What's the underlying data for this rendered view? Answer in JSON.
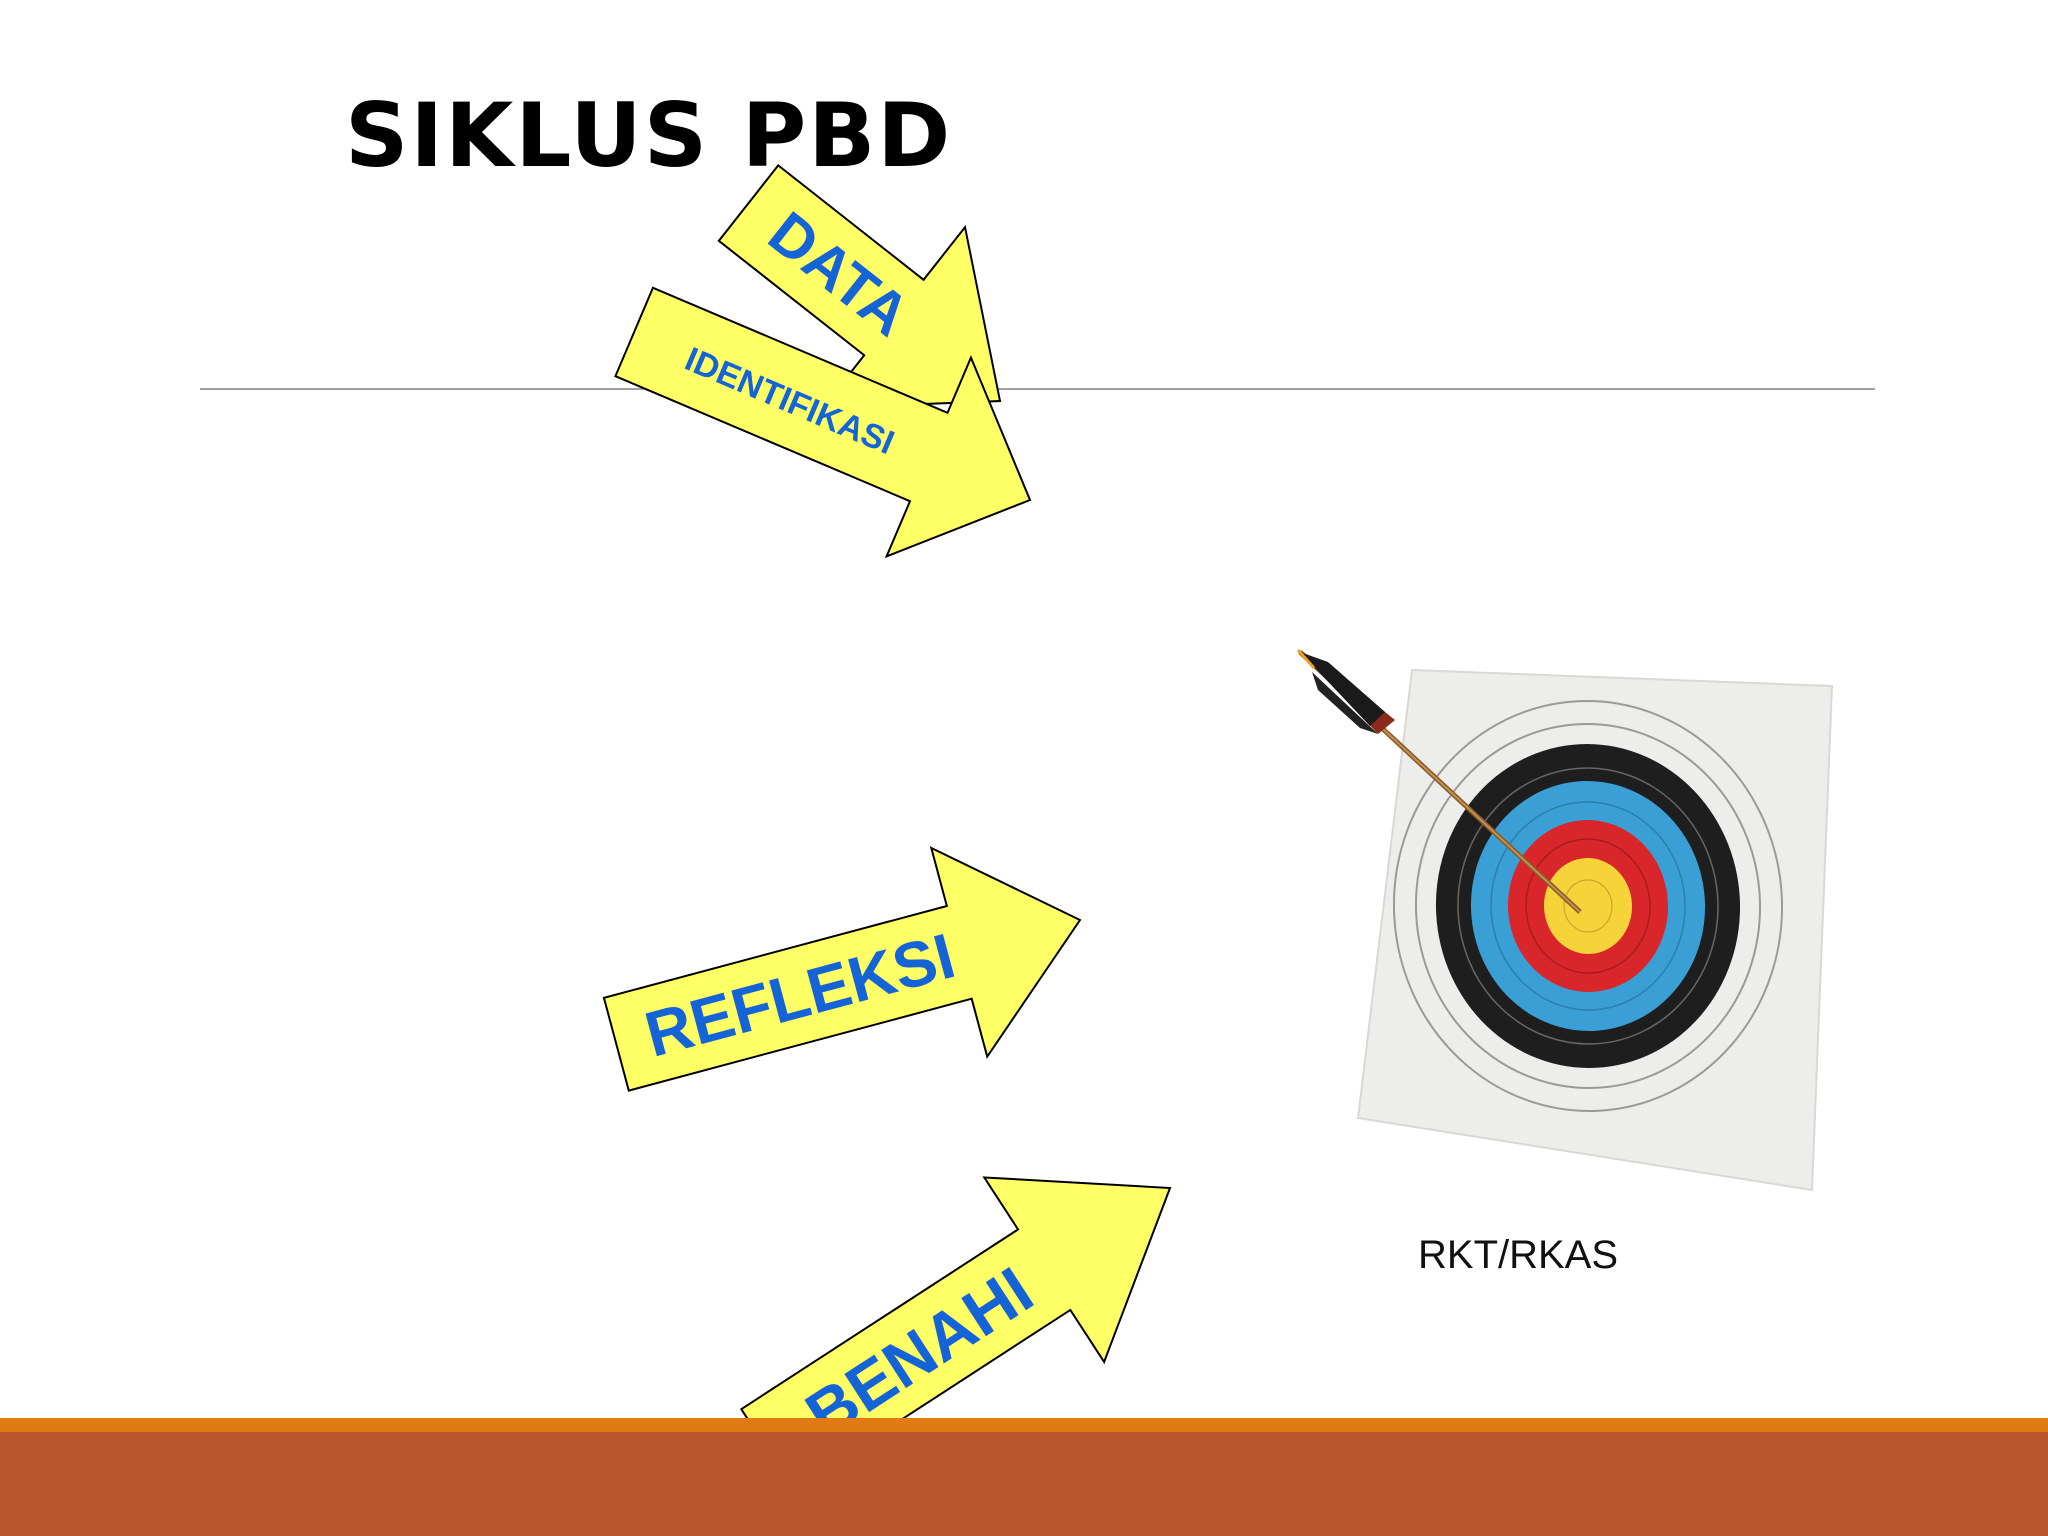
{
  "slide": {
    "title": "SIKLUS PBD",
    "target_caption": "RKT/RKAS"
  },
  "arrows": [
    {
      "label": "DATA"
    },
    {
      "label": "IDENTIFIKASI"
    },
    {
      "label": "REFLEKSI"
    },
    {
      "label": "BENAHI"
    }
  ],
  "colors": {
    "arrow_fill": "#ffff66",
    "arrow_text": "#1464d8",
    "footer_orange": "#e07b14",
    "footer_rust": "#b9562c",
    "target_rings": [
      "#ffffff",
      "#222222",
      "#3aa0d6",
      "#d92b27",
      "#f6d23a"
    ]
  },
  "image": {
    "icon": "archery-target-with-arrow-icon"
  }
}
